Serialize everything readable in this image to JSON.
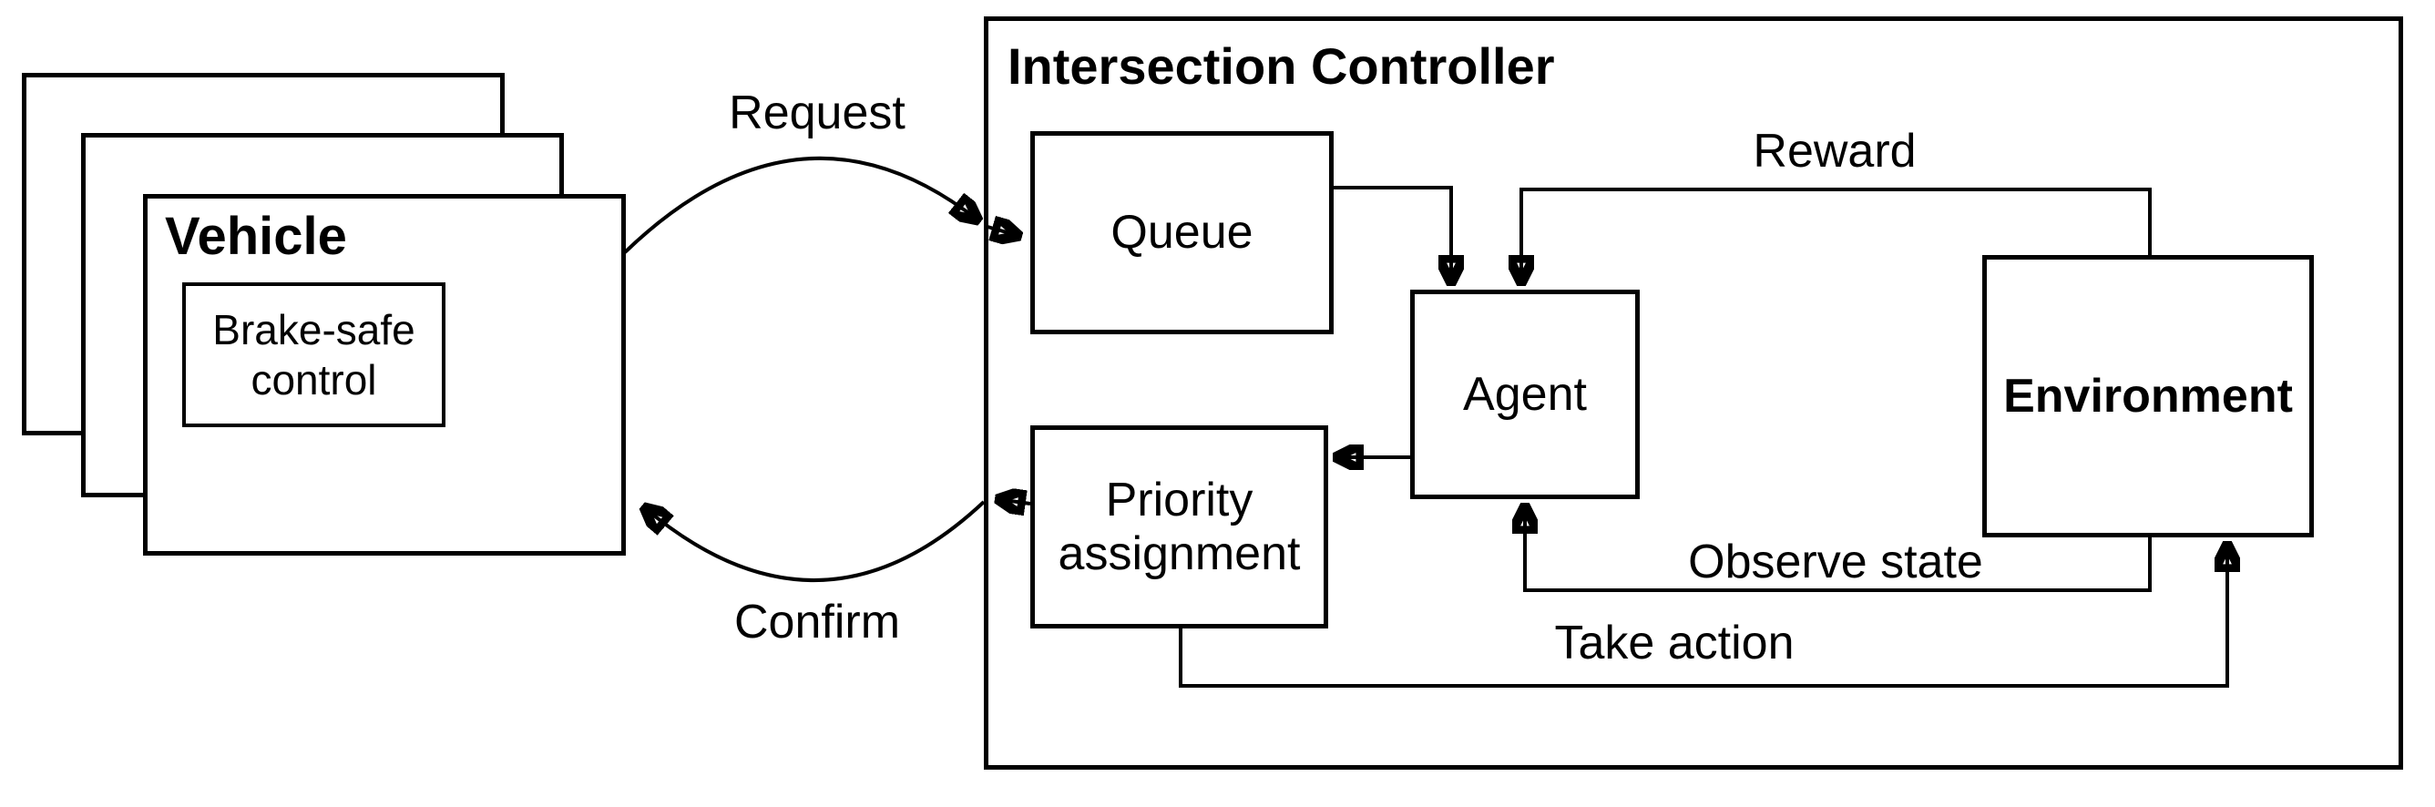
{
  "vehicle": {
    "label": "Vehicle",
    "brake_safe_line1": "Brake-safe",
    "brake_safe_line2": "control"
  },
  "intersection_controller": {
    "label": "Intersection Controller",
    "queue_label": "Queue",
    "agent_label": "Agent",
    "priority_line1": "Priority",
    "priority_line2": "assignment",
    "environment_label": "Environment"
  },
  "flow_labels": {
    "request": "Request",
    "confirm": "Confirm",
    "reward": "Reward",
    "observe_state": "Observe state",
    "take_action": "Take action"
  },
  "colors": {
    "ink": "#000000",
    "background": "#ffffff"
  }
}
